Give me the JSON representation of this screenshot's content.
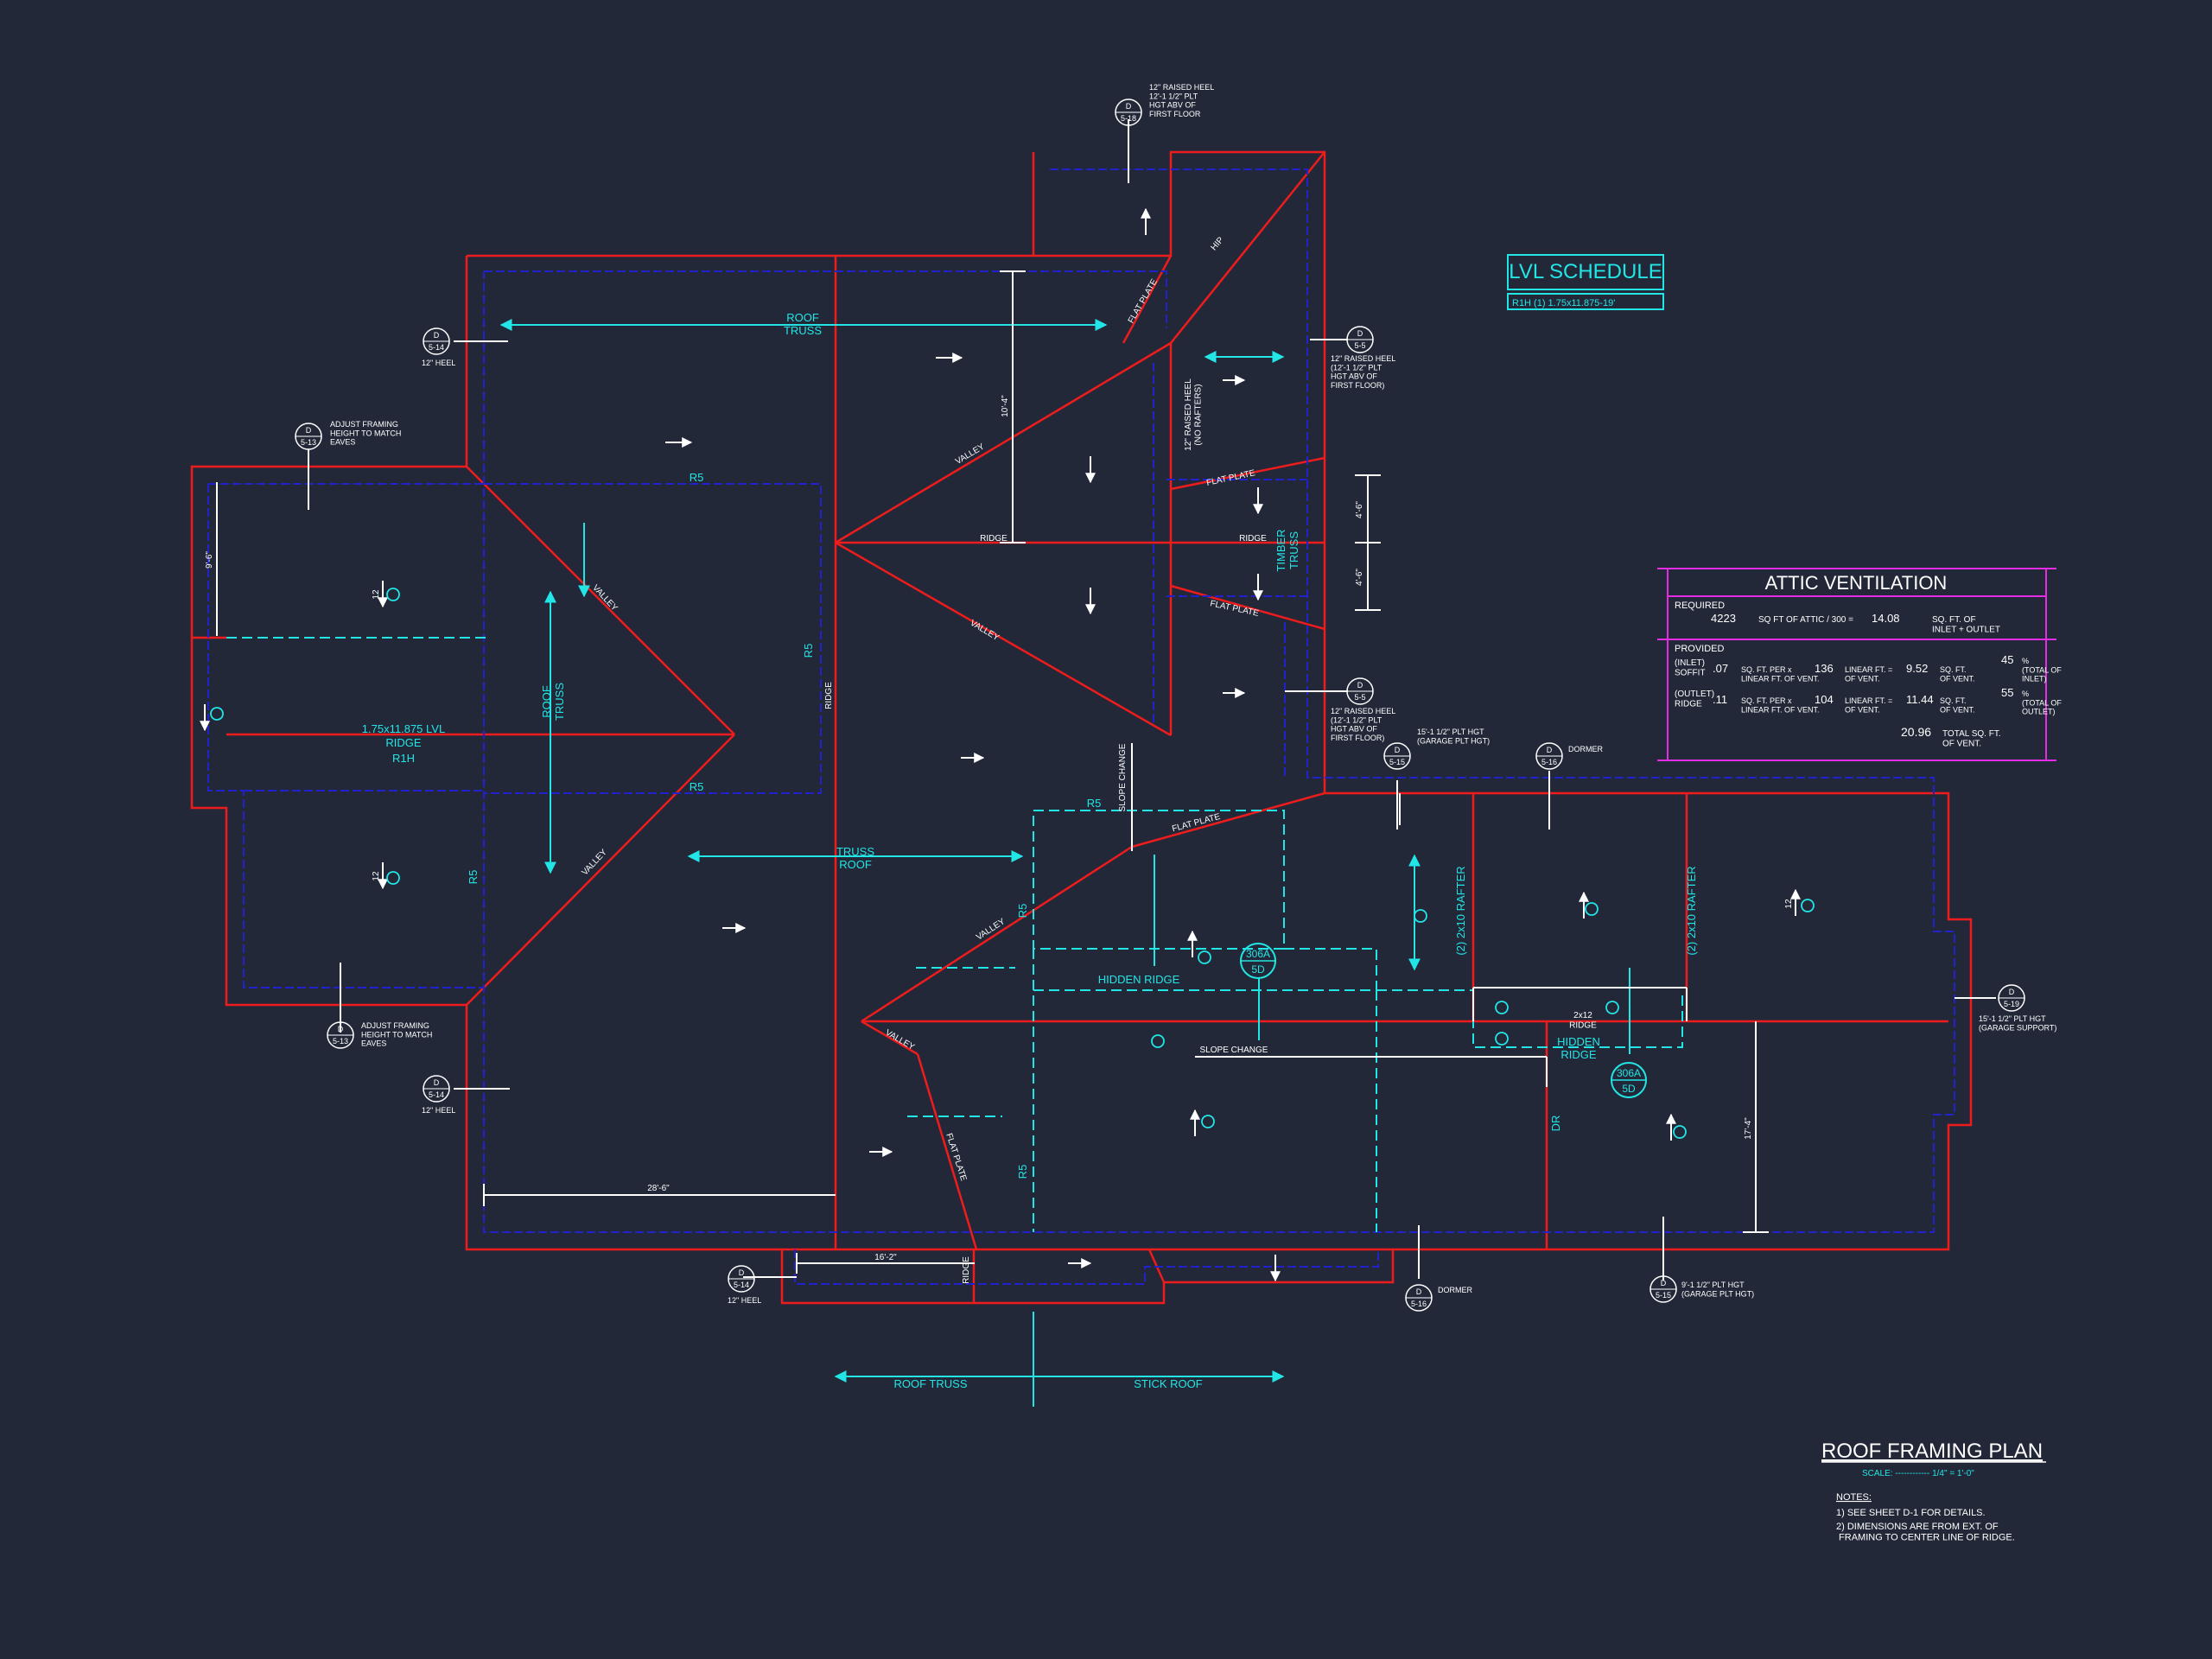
{
  "colors": {
    "background": "#232838",
    "outline_red": "#ee1c1c",
    "wall_blue": "#2222cc",
    "annotation_cyan": "#22e6e6",
    "dimension_white": "#ffffff",
    "vent_magenta": "#e52ce5"
  },
  "plan_labels": {
    "roof_truss_top": "ROOF\nTRUSS",
    "roof_truss_vertical": "ROOF\nTRUSS",
    "truss_roof_center": "TRUSS\nROOF",
    "timber_truss": "TIMBER\nTRUSS",
    "lvl_beam": "1.75x11.875 LVL",
    "ridge_left": "RIDGE",
    "r1h_tag": "R1H",
    "r5_a": "R5",
    "r5_b": "R5",
    "r5_c": "R5",
    "r5_d": "R5",
    "r5_e": "R5",
    "r5_f": "R5",
    "r5_g": "R5",
    "hidden_ridge_a": "HIDDEN RIDGE",
    "hidden_ridge_b": "HIDDEN\nRIDGE",
    "rafter_a": "(2) 2x10 RAFTER",
    "rafter_b": "(2) 2x10 RAFTER",
    "ridge_2x12": "2x12\nRIDGE",
    "ridge_mid_a": "RIDGE",
    "ridge_mid_b": "RIDGE",
    "ridge_vertical": "RIDGE",
    "ridge_bottom": "RIDGE",
    "valley_1": "VALLEY",
    "valley_2": "VALLEY",
    "valley_3": "VALLEY",
    "valley_4": "VALLEY",
    "valley_5": "VALLEY",
    "valley_6": "VALLEY",
    "hip": "HIP",
    "flat_plate_1": "FLAT PLATE",
    "flat_plate_2": "FLAT PLATE",
    "flat_plate_3": "FLAT PLATE",
    "flat_plate_4": "FLAT PLATE",
    "flat_plate_5": "FLAT PLATE",
    "slope_change_a": "SLOPE CHANGE",
    "slope_change_b": "SLOPE CHANGE",
    "raised_heel_note": "12\" RAISED HEEL\n(NO RAFTERS)",
    "roof_truss_bottom": "ROOF TRUSS",
    "stick_roof_bottom": "STICK ROOF",
    "dim_28_6": "28'-6\"",
    "dim_16_2": "16'-2\"",
    "dim_10_4": "10'-4\"",
    "dim_9_6": "9'-6\"",
    "dim_4_6a": "4'-6\"",
    "dim_4_6b": "4'-6\"",
    "dim_17_4": "17'-4\"",
    "sheet_306a_1": "306A",
    "sheet_5d_1": "5D",
    "sheet_306a_2": "306A",
    "sheet_5d_2": "5D",
    "dr": "DR",
    "pitch": "12",
    "pitch_left": "12",
    "pitch_right": "12"
  },
  "callouts": [
    {
      "top": "D",
      "bottom": "5-14",
      "note": "12\" HEEL"
    },
    {
      "top": "D",
      "bottom": "5-14",
      "note": "12\" HEEL"
    },
    {
      "top": "D",
      "bottom": "5-14",
      "note": "12\" HEEL"
    },
    {
      "top": "D",
      "bottom": "5-13",
      "note": "ADJUST FRAMING\nHEIGHT TO MATCH\nEAVES"
    },
    {
      "top": "D",
      "bottom": "5-13",
      "note": "ADJUST FRAMING\nHEIGHT TO MATCH\nEAVES"
    },
    {
      "top": "D",
      "bottom": "5-5",
      "note": "12\" RAISED HEEL\n(12'-1 1/2\" PLT\nHGT ABV OF\nFIRST FLOOR)"
    },
    {
      "top": "D",
      "bottom": "5-5",
      "note": "12\" RAISED HEEL\n(12'-1 1/2\" PLT\nHGT ABV OF\nFIRST FLOOR)"
    },
    {
      "top": "D",
      "bottom": "5-18",
      "note": "12\" RAISED HEEL\n12'-1 1/2\" PLT\nHGT ABV OF\nFIRST FLOOR"
    },
    {
      "top": "D",
      "bottom": "5-15",
      "note": "15'-1 1/2\" PLT HGT\n(GARAGE PLT HGT)"
    },
    {
      "top": "D",
      "bottom": "5-16",
      "note": "DORMER"
    },
    {
      "top": "D",
      "bottom": "5-16",
      "note": "DORMER"
    },
    {
      "top": "D",
      "bottom": "5-19",
      "note": "15'-1 1/2\" PLT HGT\n(GARAGE SUPPORT)"
    },
    {
      "top": "D",
      "bottom": "5-15",
      "note": "9'-1 1/2\" PLT HGT\n(GARAGE PLT HGT)"
    }
  ],
  "lvl_schedule": {
    "title": "LVL SCHEDULE",
    "row": "R1H (1) 1.75x11.875-19'"
  },
  "attic_ventilation": {
    "title": "ATTIC VENTILATION",
    "required_label": "REQUIRED",
    "required_area": "4223",
    "required_formula": "SQ FT OF ATTIC / 300 =",
    "required_result": "14.08",
    "required_unit": "SQ. FT. OF\nINLET + OUTLET",
    "provided_label": "PROVIDED",
    "inlet_label": "(INLET)\nSOFFIT",
    "inlet_value": ".07",
    "inlet_linear": "136",
    "inlet_total": "9.52",
    "inlet_pct": "45",
    "outlet_label": "(OUTLET)\nRIDGE",
    "outlet_value": ".11",
    "outlet_linear": "104",
    "outlet_total": "11.44",
    "outlet_pct": "55",
    "per_text": "SQ. FT. PER x\nLINEAR FT. OF VENT.",
    "linear_text": "LINEAR FT. =\nOF VENT.",
    "sqft_text": "SQ. FT.\nOF VENT.",
    "pct_in_text": "%\n(TOTAL OF\nINLET)",
    "pct_out_text": "%\n(TOTAL OF\nOUTLET)",
    "grand_total": "20.96",
    "grand_total_text": "TOTAL SQ. FT.\nOF VENT."
  },
  "title_block": {
    "title": "ROOF FRAMING PLAN",
    "scale": "SCALE: ------------ 1/4\" = 1'-0\"",
    "notes_heading": "NOTES:",
    "note_1": "1)  SEE SHEET D-1 FOR DETAILS.",
    "note_2": "2)  DIMENSIONS ARE FROM EXT. OF\n     FRAMING TO CENTER LINE OF RIDGE."
  }
}
